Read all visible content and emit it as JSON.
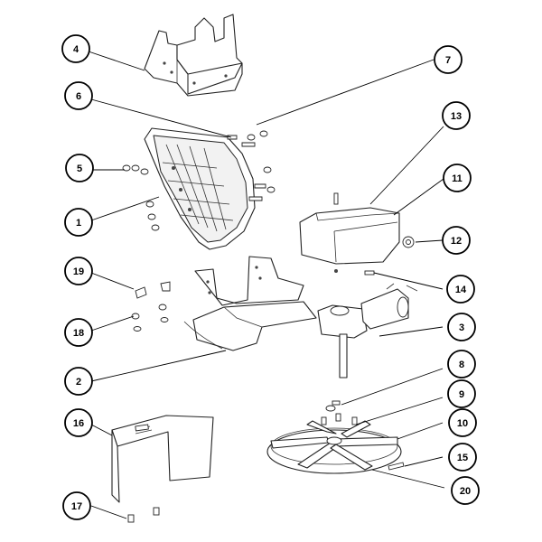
{
  "diagram": {
    "callouts": [
      {
        "id": "c4",
        "number": "4"
      },
      {
        "id": "c6",
        "number": "6"
      },
      {
        "id": "c5",
        "number": "5"
      },
      {
        "id": "c1",
        "number": "1"
      },
      {
        "id": "c19",
        "number": "19"
      },
      {
        "id": "c18",
        "number": "18"
      },
      {
        "id": "c2",
        "number": "2"
      },
      {
        "id": "c16",
        "number": "16"
      },
      {
        "id": "c17",
        "number": "17"
      },
      {
        "id": "c7",
        "number": "7"
      },
      {
        "id": "c13",
        "number": "13"
      },
      {
        "id": "c11",
        "number": "11"
      },
      {
        "id": "c12",
        "number": "12"
      },
      {
        "id": "c14",
        "number": "14"
      },
      {
        "id": "c3",
        "number": "3"
      },
      {
        "id": "c8",
        "number": "8"
      },
      {
        "id": "c9",
        "number": "9"
      },
      {
        "id": "c10",
        "number": "10"
      },
      {
        "id": "c15",
        "number": "15"
      },
      {
        "id": "c20",
        "number": "20"
      }
    ],
    "parts": [
      {
        "id": "p4",
        "name": "mounting-bracket"
      },
      {
        "id": "p1",
        "name": "chute-hopper"
      },
      {
        "id": "p11",
        "name": "motor-cover"
      },
      {
        "id": "p12",
        "name": "grommet"
      },
      {
        "id": "p2",
        "name": "spreader-base-bracket"
      },
      {
        "id": "p3",
        "name": "gear-motor"
      },
      {
        "id": "p16",
        "name": "deflector-plate"
      },
      {
        "id": "p20",
        "name": "spinner-disc"
      }
    ]
  }
}
